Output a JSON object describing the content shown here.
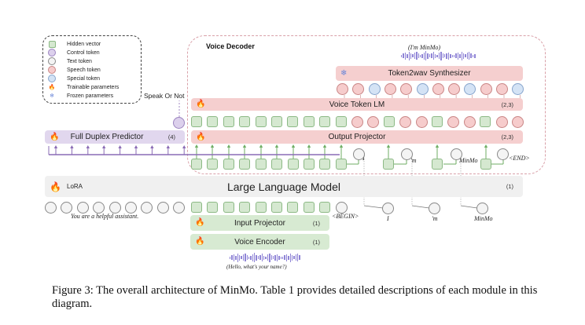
{
  "legend": {
    "items": [
      {
        "symbol": "square-green",
        "label": "Hidden vector"
      },
      {
        "symbol": "circle-purple",
        "label": "Control token"
      },
      {
        "symbol": "circle-white",
        "label": "Text token"
      },
      {
        "symbol": "circle-red",
        "label": "Speech token"
      },
      {
        "symbol": "circle-blue",
        "label": "Special token"
      },
      {
        "symbol": "flame-icon",
        "label": "Trainable parameters"
      },
      {
        "symbol": "snowflake-icon",
        "label": "Frozen parameters"
      }
    ]
  },
  "voice_decoder": {
    "title": "Voice Decoder",
    "output_audio_text": "(I'm MinMo)",
    "speak_or_not": "Speak Or Not"
  },
  "modules": {
    "token2wav": {
      "label": "Token2wav Synthesizer",
      "icon": "snowflake-icon",
      "stage": ""
    },
    "voice_token_lm": {
      "label": "Voice Token LM",
      "icon": "flame-icon",
      "stage": "(2,3)"
    },
    "output_projector": {
      "label": "Output Projector",
      "icon": "flame-icon",
      "stage": "(2,3)"
    },
    "full_duplex": {
      "label": "Full Duplex Predictor",
      "icon": "flame-icon",
      "stage": "(4)"
    },
    "llm": {
      "label": "Large Language Model",
      "lora_label": "LoRA",
      "icon": "flame-icon",
      "stage": "(1)"
    },
    "input_projector": {
      "label": "Input Projector",
      "icon": "flame-icon",
      "stage": "(1)"
    },
    "voice_encoder": {
      "label": "Voice Encoder",
      "icon": "flame-icon",
      "stage": "(1)"
    }
  },
  "token_rows": {
    "synth_input": [
      "speech",
      "speech",
      "special",
      "speech",
      "speech",
      "special",
      "speech",
      "speech",
      "special",
      "speech",
      "speech",
      "special"
    ],
    "lm_row": [
      "hidden",
      "hidden",
      "hidden",
      "hidden",
      "hidden",
      "hidden",
      "hidden",
      "hidden",
      "hidden",
      "hidden",
      "speech",
      "speech",
      "hidden",
      "speech",
      "speech",
      "hidden",
      "speech",
      "speech",
      "hidden",
      "speech",
      "speech"
    ],
    "llm_input_text_count": 9,
    "llm_input_hidden_count": 9
  },
  "text_labels": {
    "system_prompt": "You are a helpful assistant.",
    "begin": "<BEGIN>",
    "outputs": [
      "I",
      "'m",
      "MinMo",
      "<END>"
    ],
    "next_inputs": [
      "I",
      "'m",
      "MinMo"
    ],
    "input_audio_text": "(Hello, what's your name?)"
  },
  "caption": "Figure 3: The overall architecture of MinMo. Table 1 provides detailed descriptions of each module in this diagram.",
  "colors": {
    "pink_module": "#f5cfcf",
    "purple_module": "#e1d7ee",
    "green_module": "#d7ead2",
    "grey_module": "#f0f0f0",
    "hidden_vector": "#d5e8d0",
    "speech_token": "#f6cccc",
    "special_token": "#d4e3f5",
    "control_token": "#dcd0ec"
  }
}
